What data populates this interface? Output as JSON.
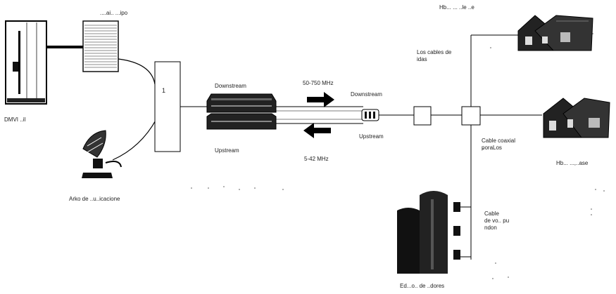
{
  "labels": {
    "server": "DMVI ..il",
    "top_device": "....ai.. ...ipo",
    "satellite": "Arko de ..u..icacione",
    "downstream_top": "Downstream",
    "upstream_top": "Upstream",
    "freq_down": "50-750 MHz",
    "freq_up": "5-42 MHz",
    "downstream_right": "Downstream",
    "upstream_right": "Upstream",
    "top_house": "Hb... ... ..le ..e",
    "feeder_top": "Los cables de\nidas",
    "feeder_mid": "Cable coaxial\nporaLos",
    "mid_house": "Hb... ...,..ase",
    "building": "Ed...o.. de ..dores",
    "cable_bottom": "Cable\nde vo.. pu\nndon",
    "splitter": "1"
  }
}
